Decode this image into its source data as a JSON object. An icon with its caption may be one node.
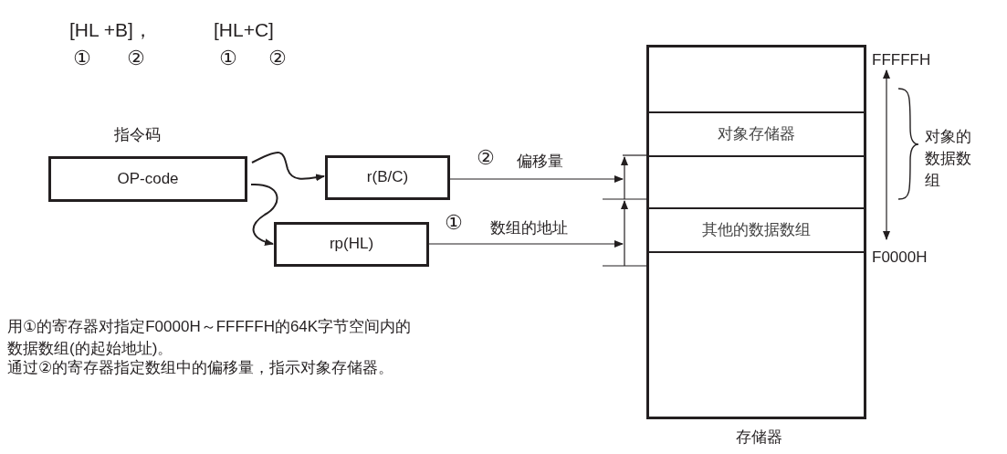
{
  "diagram": {
    "nodes": [
      {
        "text": [
          "指令码",
          "OP-code"
        ]
      },
      {
        "text": [
          "r(B/C)"
        ]
      },
      {
        "text": [
          "rp(HL)"
        ]
      },
      {
        "text": [
          "存储器"
        ]
      },
      {
        "text": [
          "对象存储器"
        ],
        "in": 3
      },
      {
        "text": [
          "其他的数据数组"
        ],
        "in": 3
      }
    ],
    "edges": [
      {
        "from": 0,
        "to": 1,
        "arrow": "to"
      },
      {
        "from": 0,
        "to": 2,
        "arrow": "to"
      },
      {
        "from": 1,
        "to": 3,
        "arrow": "to",
        "label": "偏移量"
      },
      {
        "from": 2,
        "to": 3,
        "arrow": "to",
        "label": "数组的地址"
      }
    ],
    "labels": [
      "[HL +B]，",
      "[HL+C]",
      "①",
      "②",
      "①",
      "②",
      "FFFFFH",
      "②",
      "对象的数据数组",
      "①",
      "F0000H",
      "用①的寄存器对指定F0000H～FFFFFH的64K字节空间内的数据数组(的起始地址)。",
      "通过②的寄存器指定数组中的偏移量，指示对象存储器。"
    ]
  }
}
